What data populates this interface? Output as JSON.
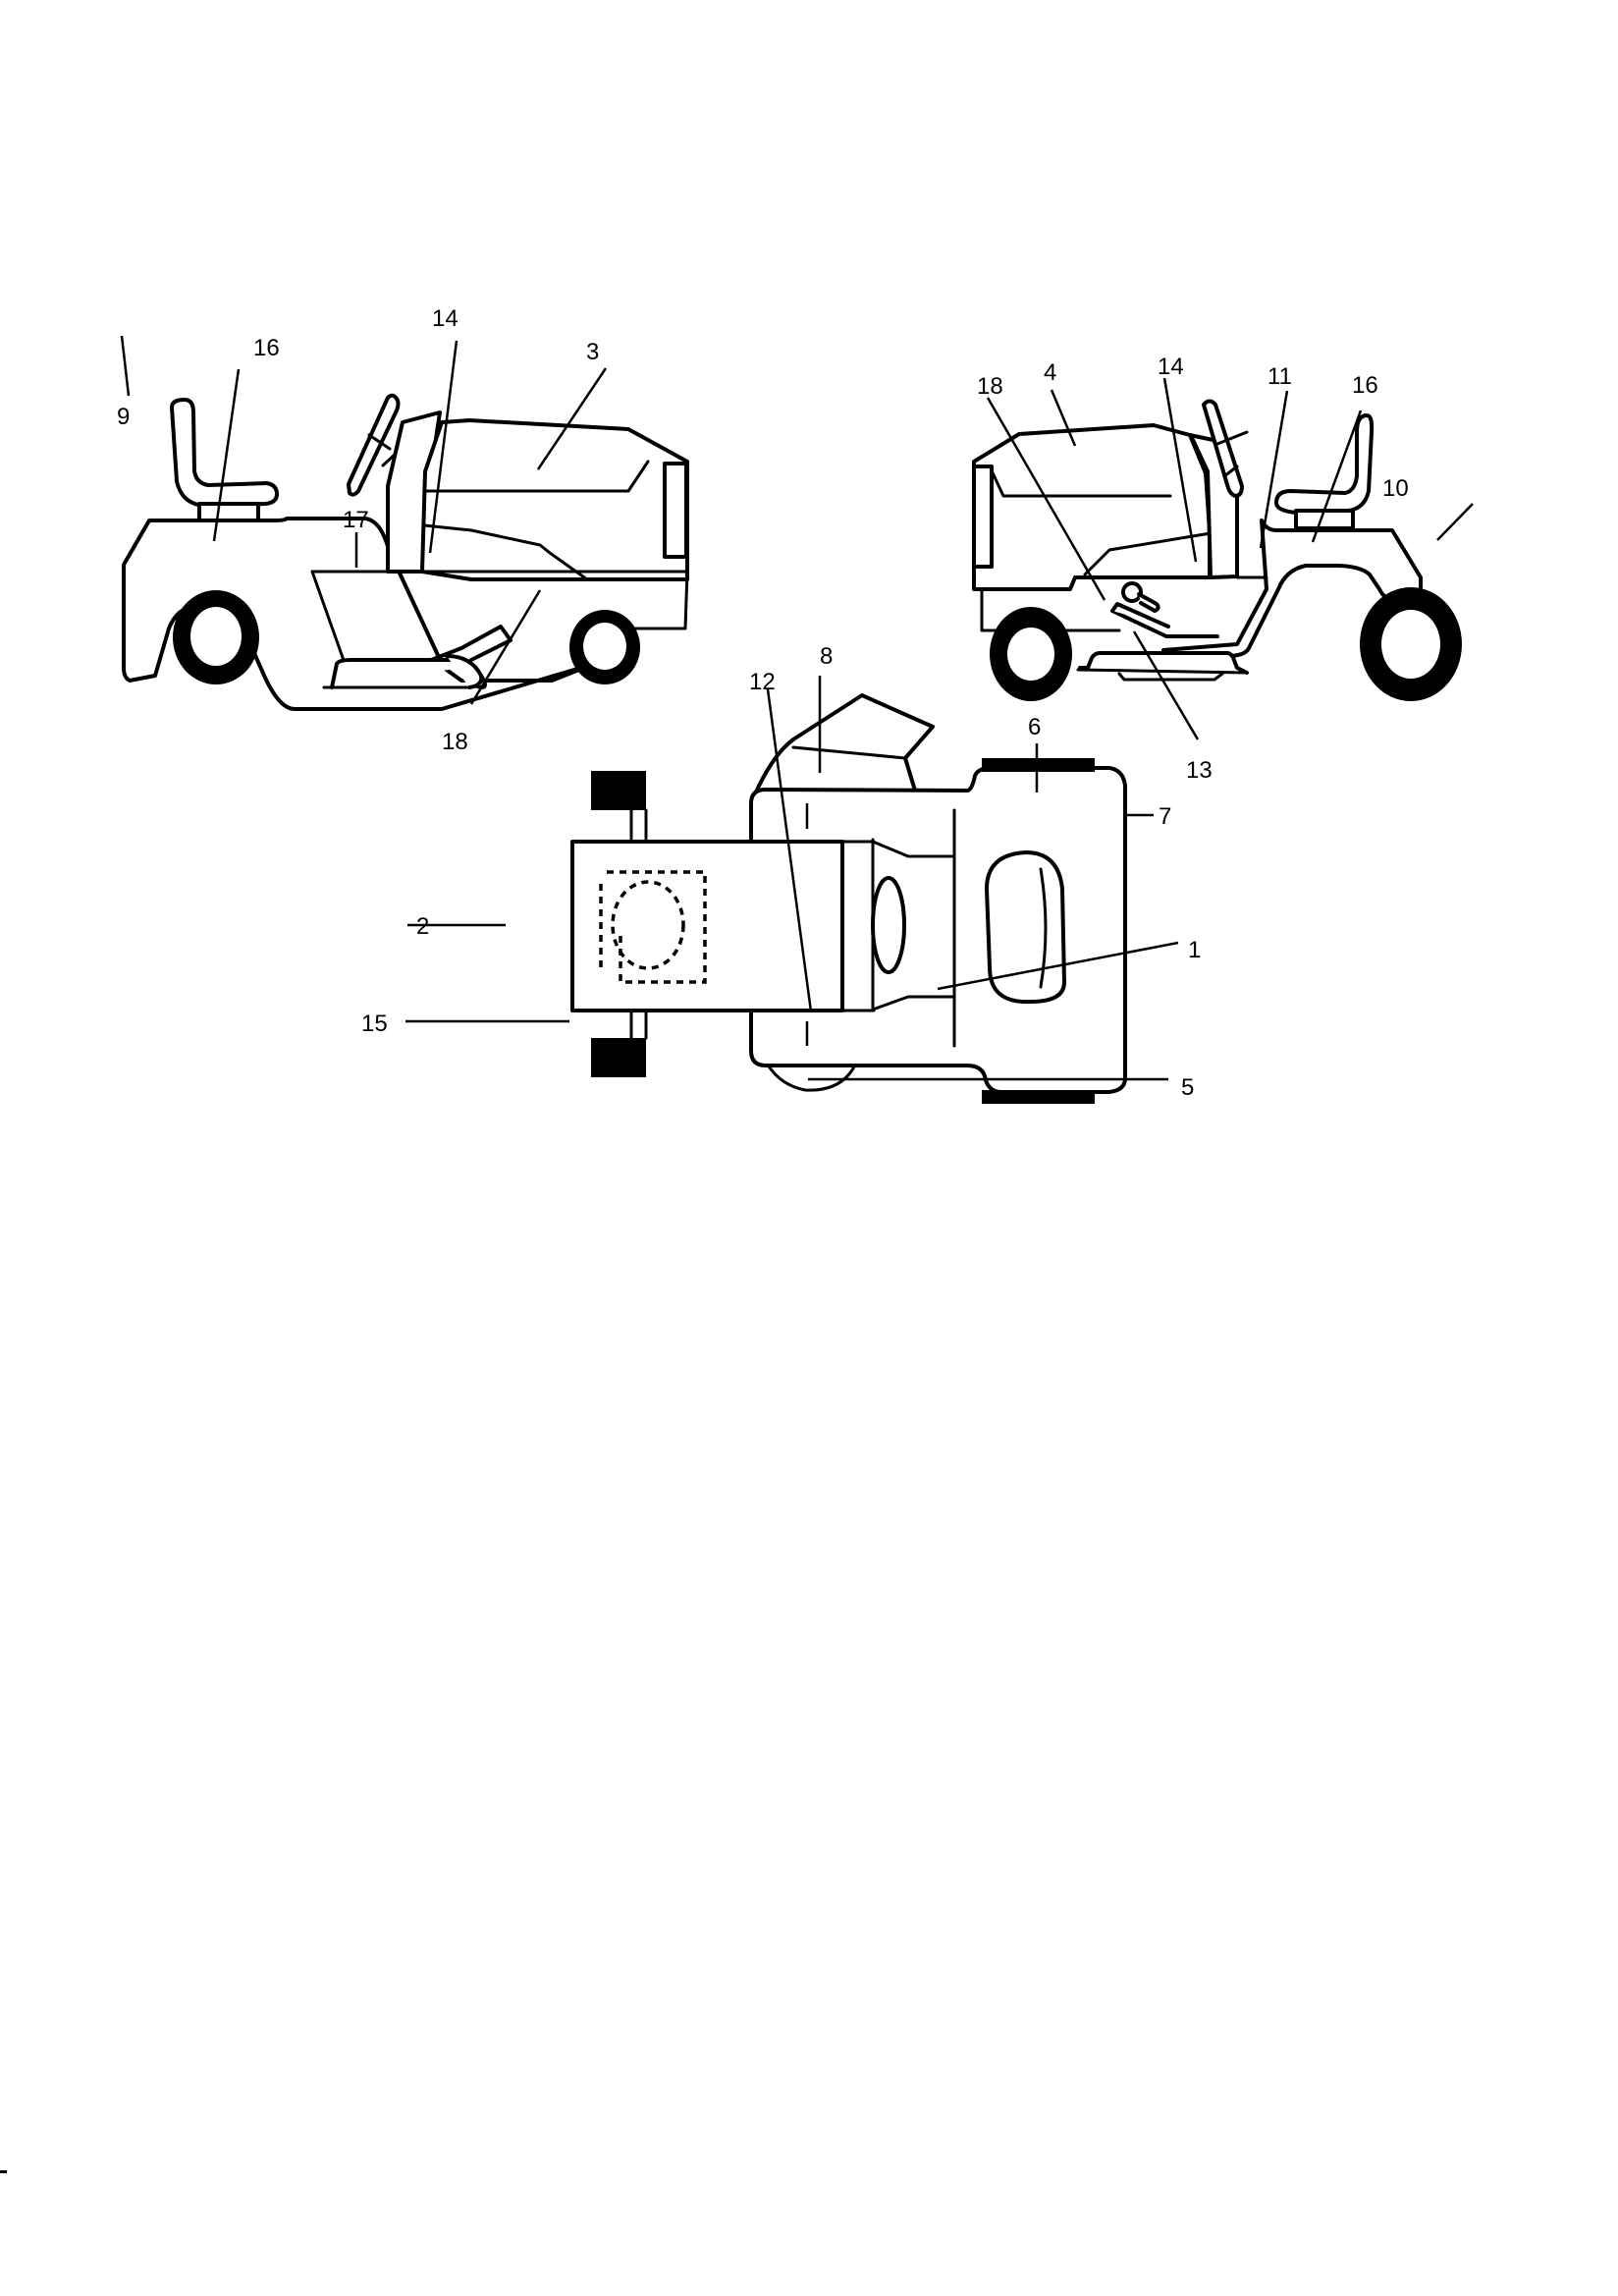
{
  "diagram": {
    "title": "",
    "views": [
      {
        "id": "left-side-view",
        "callouts": [
          "9",
          "16",
          "17",
          "14",
          "3",
          "18"
        ]
      },
      {
        "id": "right-side-view",
        "callouts": [
          "18",
          "4",
          "14",
          "11",
          "16",
          "10",
          "13"
        ]
      },
      {
        "id": "top-view",
        "callouts": [
          "8",
          "12",
          "6",
          "7",
          "2",
          "1",
          "15",
          "5"
        ]
      }
    ],
    "labels": {
      "l9": "9",
      "l16": "16",
      "l17": "17",
      "l14": "14",
      "l3": "3",
      "l18": "18",
      "r18": "18",
      "r4": "4",
      "r14": "14",
      "r11": "11",
      "r16": "16",
      "r10": "10",
      "r13": "13",
      "t8": "8",
      "t12": "12",
      "t6": "6",
      "t7": "7",
      "t2": "2",
      "t1": "1",
      "t15": "15",
      "t5": "5"
    },
    "colors": {
      "ink": "#000000",
      "paper": "#ffffff"
    }
  }
}
